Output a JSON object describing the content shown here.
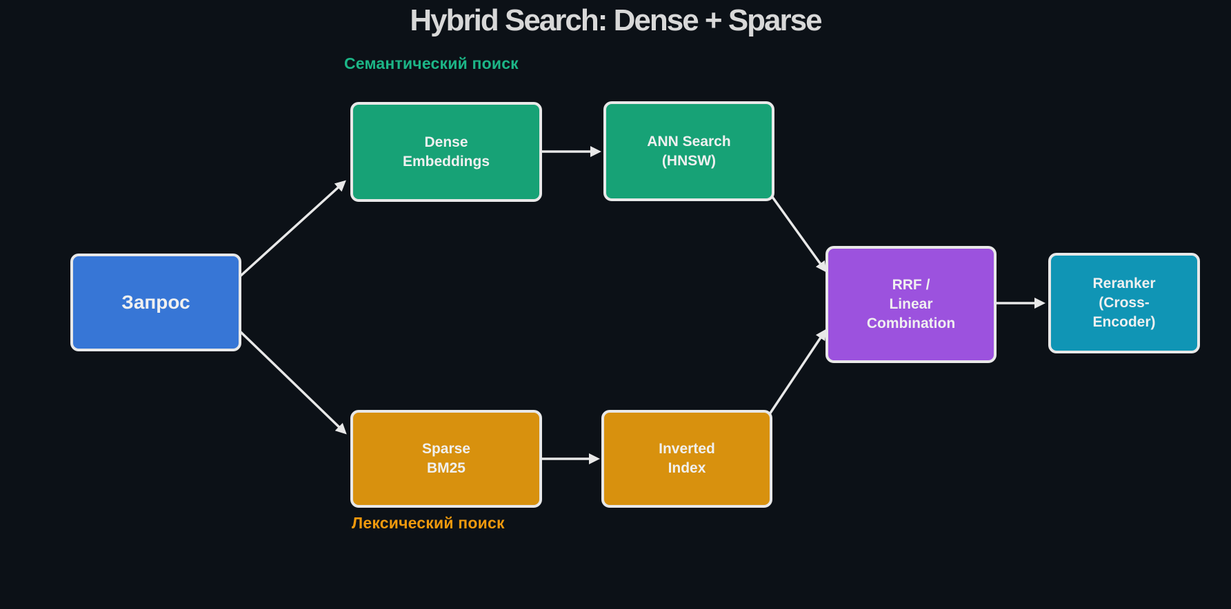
{
  "title": "Hybrid Search: Dense + Sparse",
  "section_labels": {
    "semantic": {
      "label": "Семантический поиск",
      "color": "#1cb687"
    },
    "lexical": {
      "label": "Лексический поиск",
      "color": "#f0990d"
    }
  },
  "nodes": {
    "query": {
      "label": "Запрос",
      "color": "#3776d6"
    },
    "dense": {
      "label": "Dense\nEmbeddings",
      "color": "#17a276"
    },
    "ann": {
      "label": "ANN Search\n(HNSW)",
      "color": "#17a276"
    },
    "sparse": {
      "label": "Sparse\nBM25",
      "color": "#d8910e"
    },
    "inverted": {
      "label": "Inverted\nIndex",
      "color": "#d8910e"
    },
    "rrf": {
      "label": "RRF /\nLinear\nCombination",
      "color": "#9c52de"
    },
    "reranker": {
      "label": "Reranker\n(Cross-\nEncoder)",
      "color": "#1095b5"
    }
  },
  "edges": [
    {
      "from": "query",
      "to": "dense"
    },
    {
      "from": "query",
      "to": "sparse"
    },
    {
      "from": "dense",
      "to": "ann"
    },
    {
      "from": "ann",
      "to": "rrf"
    },
    {
      "from": "sparse",
      "to": "inverted"
    },
    {
      "from": "inverted",
      "to": "rrf"
    },
    {
      "from": "rrf",
      "to": "reranker"
    }
  ],
  "colors": {
    "background": "#0c1117",
    "node_border": "#e8e8e8",
    "arrow": "#e8e8e8",
    "node_text": "#f0f0f0",
    "title_text": "#d8d8d8"
  }
}
